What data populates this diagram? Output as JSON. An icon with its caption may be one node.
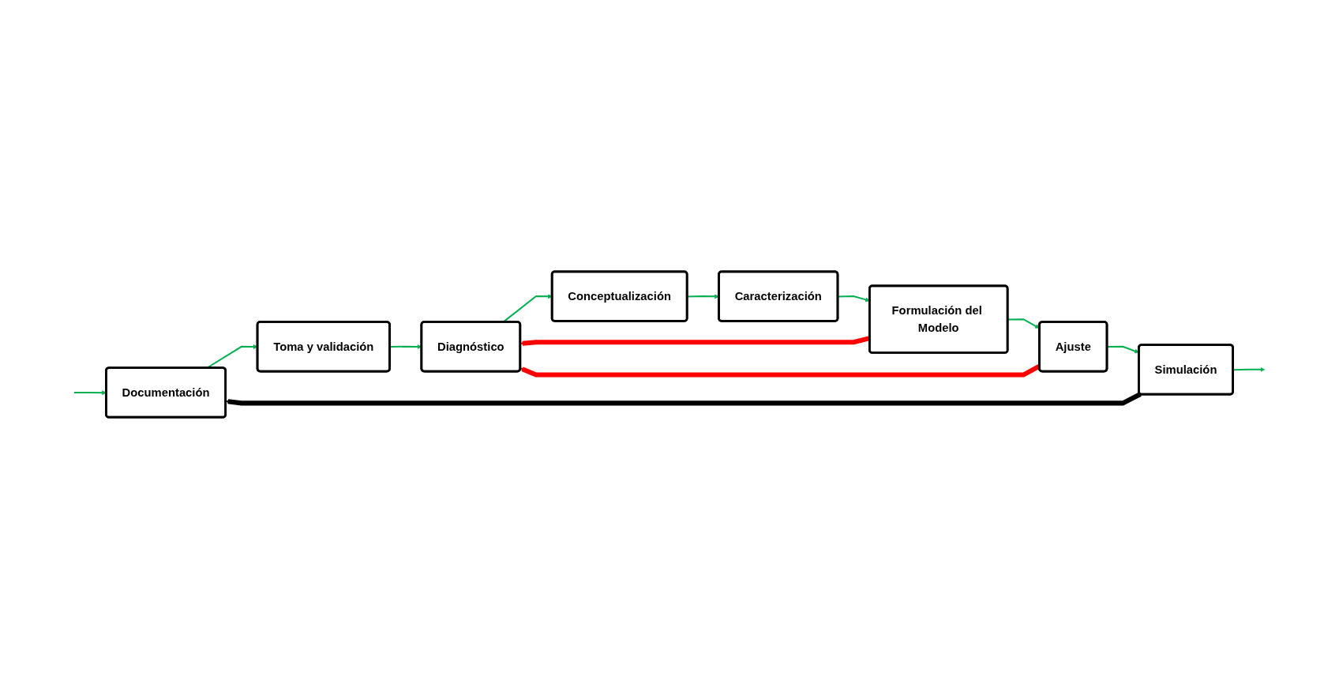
{
  "diagram": {
    "nodes": [
      {
        "text": [
          "Documentación"
        ]
      },
      {
        "text": [
          "Toma y validación"
        ]
      },
      {
        "text": [
          "Diagnóstico"
        ]
      },
      {
        "text": [
          "Conceptualización"
        ]
      },
      {
        "text": [
          "Simulación"
        ]
      },
      {
        "text": [
          "Ajuste"
        ]
      },
      {
        "text": [
          "Formulación del Modelo"
        ]
      },
      {
        "text": [
          "Caracterización"
        ]
      }
    ],
    "edges": [
      {
        "from": null,
        "to": 0,
        "arrow": "to"
      },
      {
        "from": 0,
        "to": 1,
        "arrow": "to"
      },
      {
        "from": 1,
        "to": 2,
        "arrow": "to"
      },
      {
        "from": 2,
        "to": 3,
        "arrow": "to"
      },
      {
        "from": 3,
        "to": 7,
        "arrow": "to"
      },
      {
        "from": 7,
        "to": 6,
        "arrow": "to"
      },
      {
        "from": 6,
        "to": 5,
        "arrow": "to"
      },
      {
        "from": 5,
        "to": 4,
        "arrow": "to"
      },
      {
        "from": 4,
        "to": null,
        "arrow": "to"
      },
      {
        "from": 4,
        "to": 0,
        "arrow": "to",
        "style": "thick",
        "color": "#000000"
      },
      {
        "from": 5,
        "to": 2,
        "arrow": "to",
        "style": "thick",
        "color": "#ff0000"
      },
      {
        "from": 6,
        "to": 2,
        "arrow": "to",
        "style": "thick",
        "color": "#ff0000"
      }
    ]
  }
}
